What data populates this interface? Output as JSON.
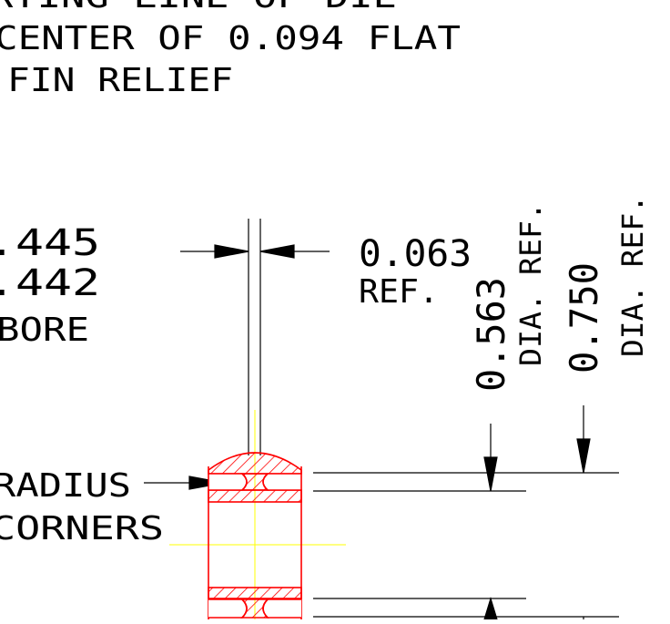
{
  "notes": {
    "line1": "RTING LINE OF DIE",
    "line2": "CENTER OF 0.094 FLAT",
    "line3": "FIN RELIEF"
  },
  "bore": {
    "max": ".445",
    "min": ".442",
    "label": "BORE"
  },
  "width_dim": {
    "value": "0.063",
    "ref": "REF."
  },
  "dia_small": {
    "value": "0.563",
    "ref": "DIA. REF."
  },
  "dia_large": {
    "value": "0.750",
    "ref": "DIA. REF."
  },
  "radius_note": {
    "line1": "RADIUS",
    "line2": "CORNERS"
  },
  "colors": {
    "section": "#ff0000",
    "centerline": "#ffff00",
    "dimension": "#000000",
    "background": "#ffffff"
  }
}
